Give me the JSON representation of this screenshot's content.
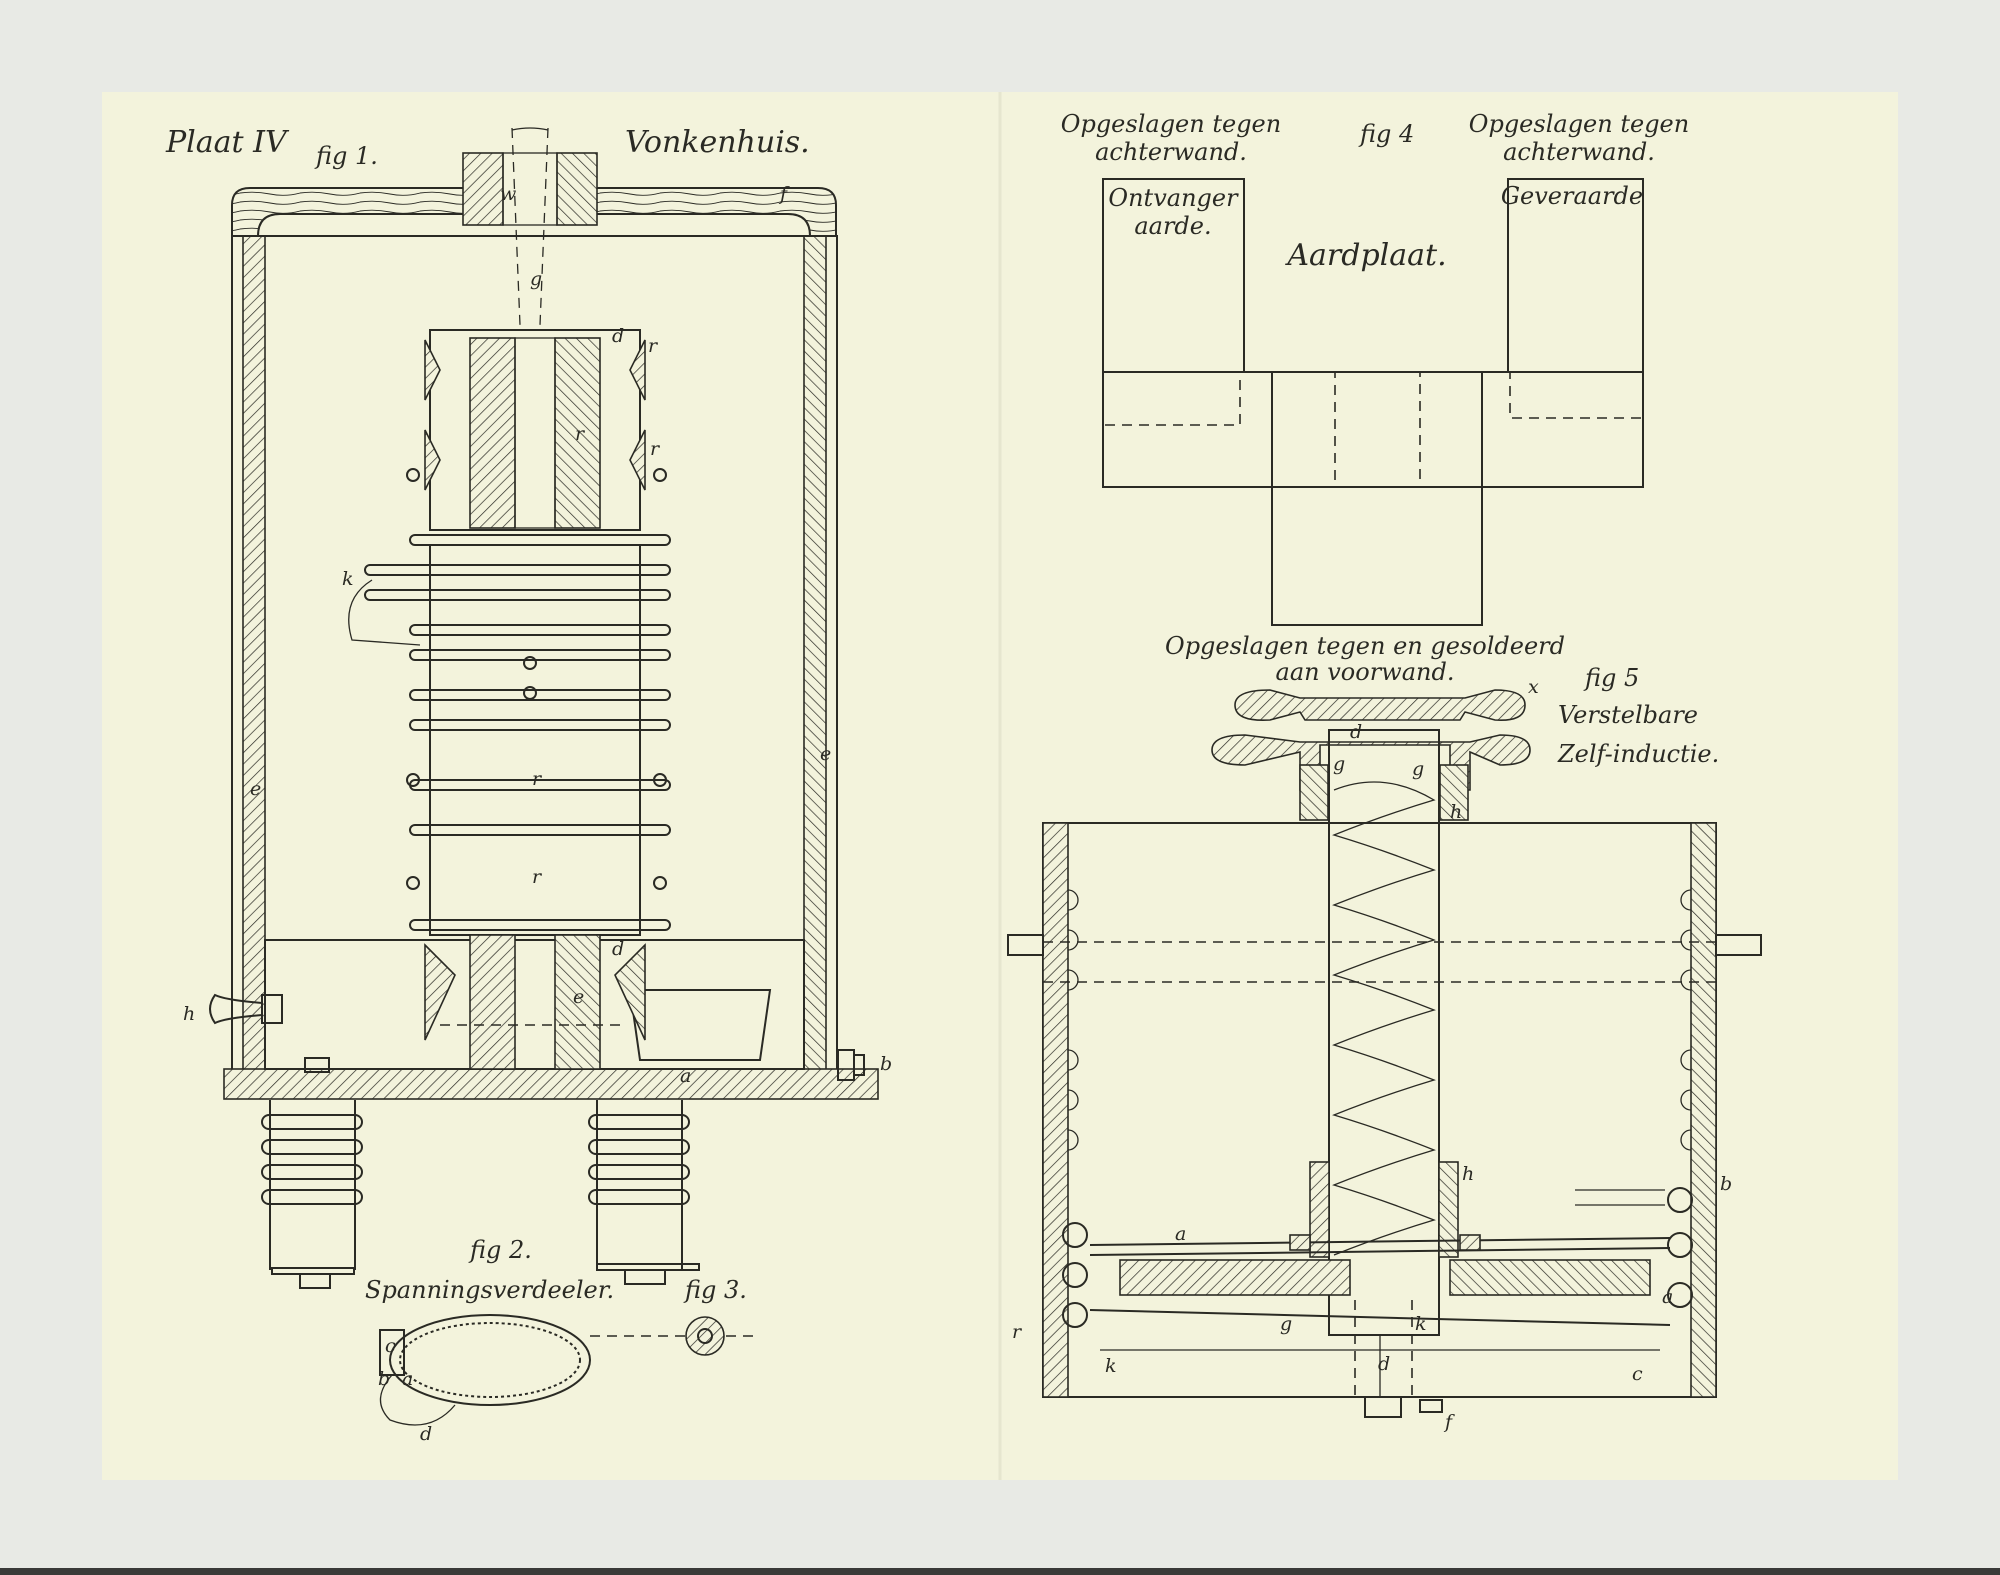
{
  "plate": {
    "title": "Plaat IV",
    "paper_color": "#f3f3dc",
    "ink_color": "#2a2a24"
  },
  "fig1": {
    "label": "fig 1.",
    "title": "Vonkenhuis.",
    "letters": [
      "w",
      "g",
      "f",
      "d",
      "r",
      "r",
      "r",
      "r",
      "r",
      "k",
      "e",
      "e",
      "h",
      "b",
      "a",
      "d",
      "e"
    ]
  },
  "fig2": {
    "label": "fig 2.",
    "title": "Spanningsverdeeler.",
    "letters": [
      "c",
      "b",
      "a",
      "d"
    ]
  },
  "fig3": {
    "label": "fig 3."
  },
  "fig4": {
    "label": "fig 4",
    "note_left": [
      "Opgeslagen tegen",
      "achterwand."
    ],
    "note_right": [
      "Opgeslagen tegen",
      "achterwand."
    ],
    "box_left": [
      "Ontvanger",
      "aarde."
    ],
    "box_right": "Geveraarde",
    "center": "Aardplaat."
  },
  "fig5": {
    "note_top": [
      "Opgeslagen tegen en gesoldeerd",
      "aan voorwand."
    ],
    "label": "fig 5",
    "title": [
      "Verstelbare",
      "Zelf-inductie."
    ],
    "letters": [
      "x",
      "d",
      "g",
      "g",
      "h",
      "h",
      "a",
      "a",
      "b",
      "r",
      "k",
      "g",
      "k",
      "d",
      "c",
      "f"
    ]
  }
}
